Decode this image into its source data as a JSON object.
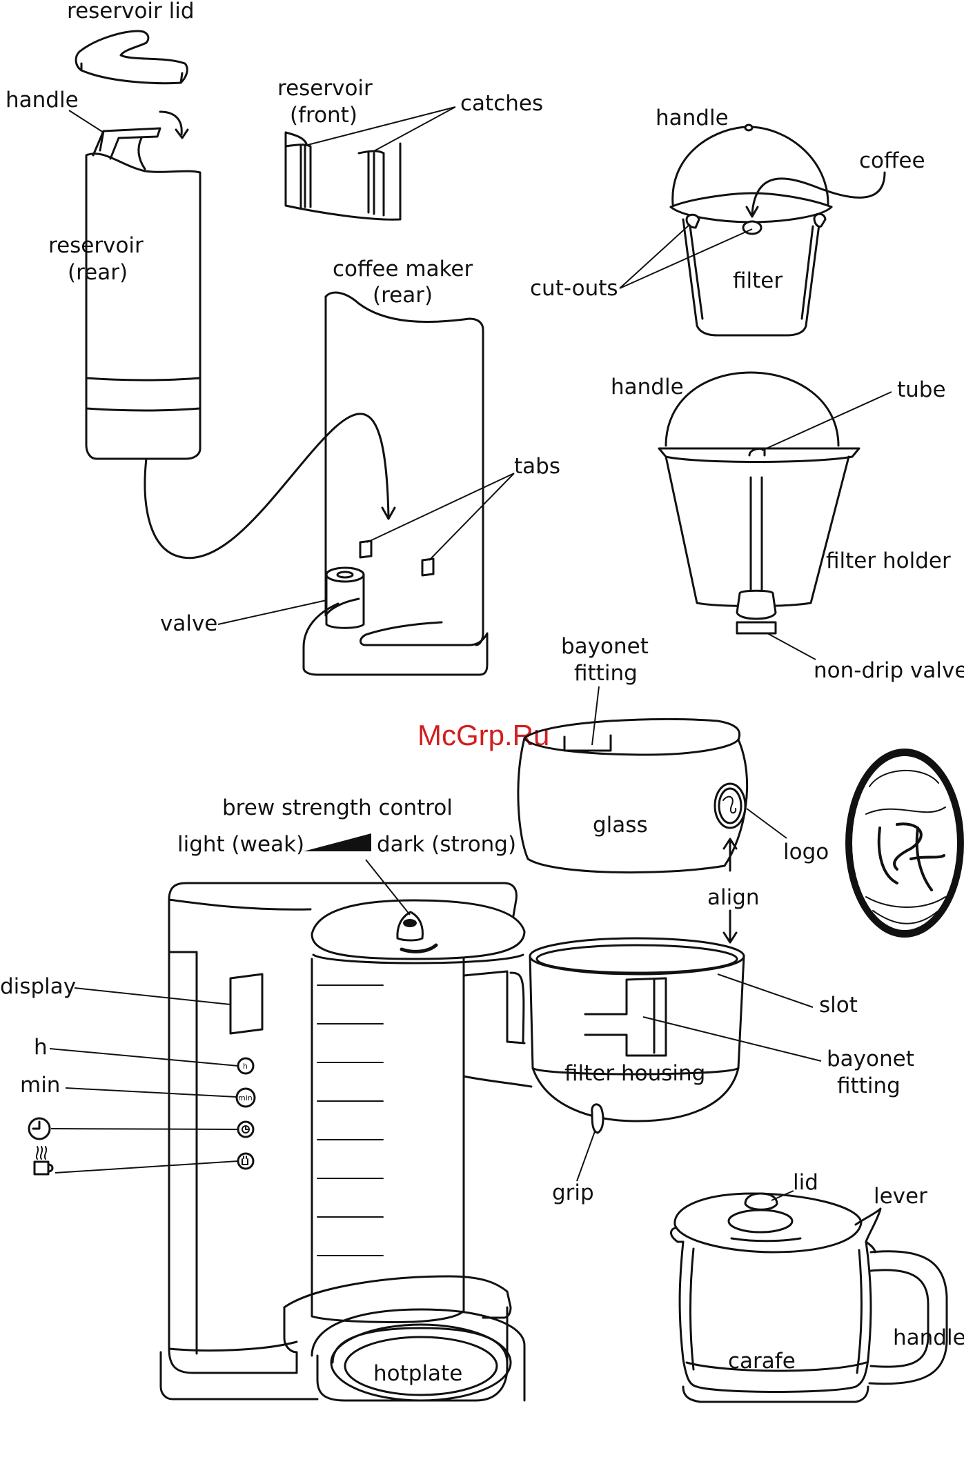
{
  "watermark": "McGrp.Ru",
  "labels": {
    "reservoir_lid": "reservoir lid",
    "reservoir_handle": "handle",
    "reservoir_front_1": "reservoir",
    "reservoir_front_2": "(front)",
    "catches": "catches",
    "reservoir_rear_1": "reservoir",
    "reservoir_rear_2": "(rear)",
    "coffee_maker_rear_1": "coffee maker",
    "coffee_maker_rear_2": "(rear)",
    "tabs": "tabs",
    "valve": "valve",
    "filter_handle": "handle",
    "coffee": "coffee",
    "cut_outs": "cut-outs",
    "filter": "filter",
    "holder_handle": "handle",
    "tube": "tube",
    "filter_holder": "filter holder",
    "non_drip_valve": "non-drip valve",
    "bayonet_fitting_top_1": "bayonet",
    "bayonet_fitting_top_2": "fitting",
    "glass": "glass",
    "logo": "logo",
    "align": "align",
    "brew_strength_control": "brew strength control",
    "light_weak": "light (weak)",
    "dark_strong": "dark (strong)",
    "display": "display",
    "h": "h",
    "min": "min",
    "slot": "slot",
    "bayonet_fitting_right_1": "bayonet",
    "bayonet_fitting_right_2": "fitting",
    "filter_housing": "filter housing",
    "grip": "grip",
    "lid": "lid",
    "lever": "lever",
    "carafe_handle": "handle",
    "carafe": "carafe",
    "hotplate": "hotplate"
  },
  "button_glyphs": {
    "h_button": "h",
    "min_button": "min"
  },
  "icons": [
    "clock-icon",
    "steaming-cup-icon",
    "curved-arrow-icon",
    "logo-monogram"
  ]
}
